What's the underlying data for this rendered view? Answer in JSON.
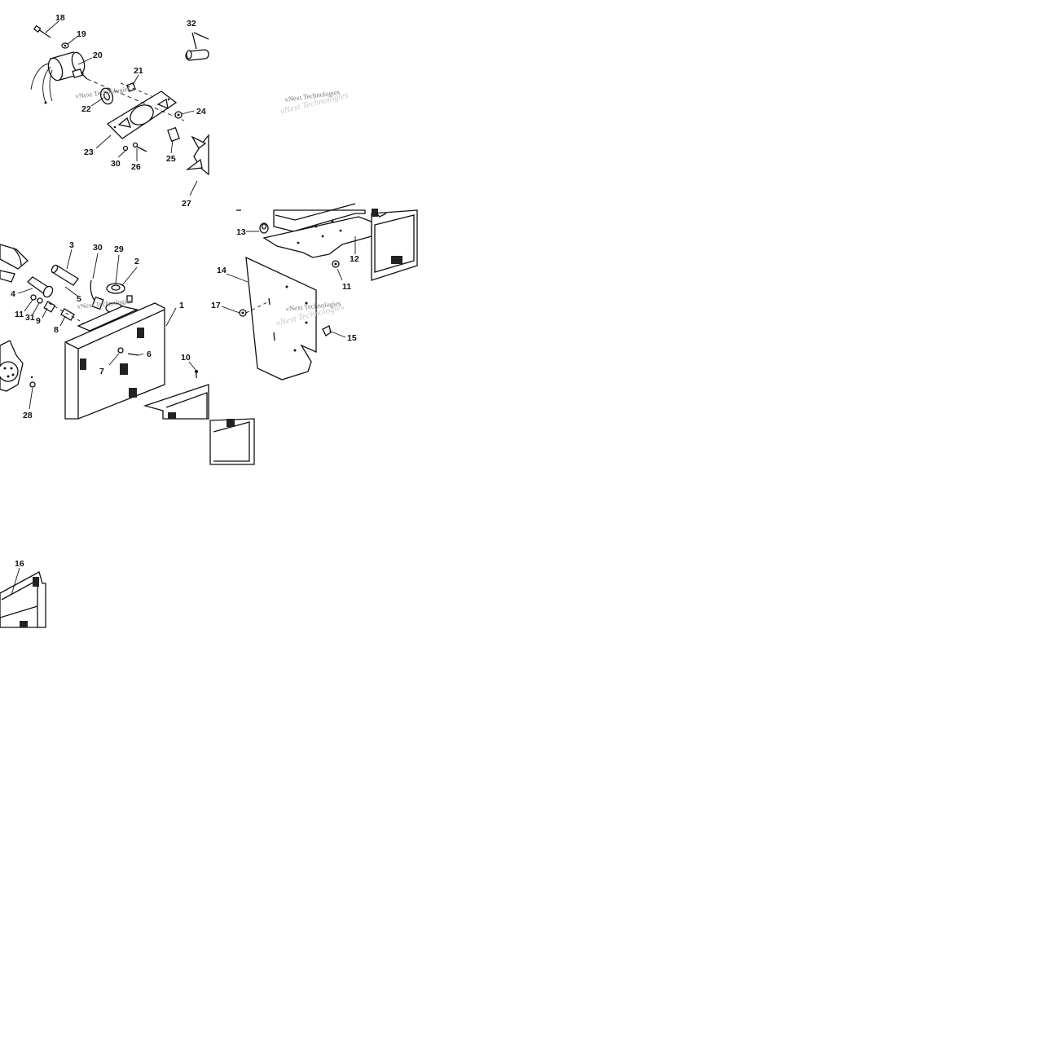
{
  "watermark": {
    "text": "vNext Technologies"
  },
  "callouts": {
    "c1": "1",
    "c2": "2",
    "c3": "3",
    "c4": "4",
    "c5": "5",
    "c6": "6",
    "c7": "7",
    "c8": "8",
    "c9": "9",
    "c10": "10",
    "c11a": "11",
    "c11b": "11",
    "c12": "12",
    "c13": "13",
    "c14": "14",
    "c15": "15",
    "c16": "16",
    "c17": "17",
    "c18": "18",
    "c19": "19",
    "c20": "20",
    "c21": "21",
    "c22": "22",
    "c23": "23",
    "c24": "24",
    "c25": "25",
    "c26": "26",
    "c27": "27",
    "c28": "28",
    "c29": "29",
    "c30a": "30",
    "c30b": "30",
    "c31": "31",
    "c32": "32"
  }
}
